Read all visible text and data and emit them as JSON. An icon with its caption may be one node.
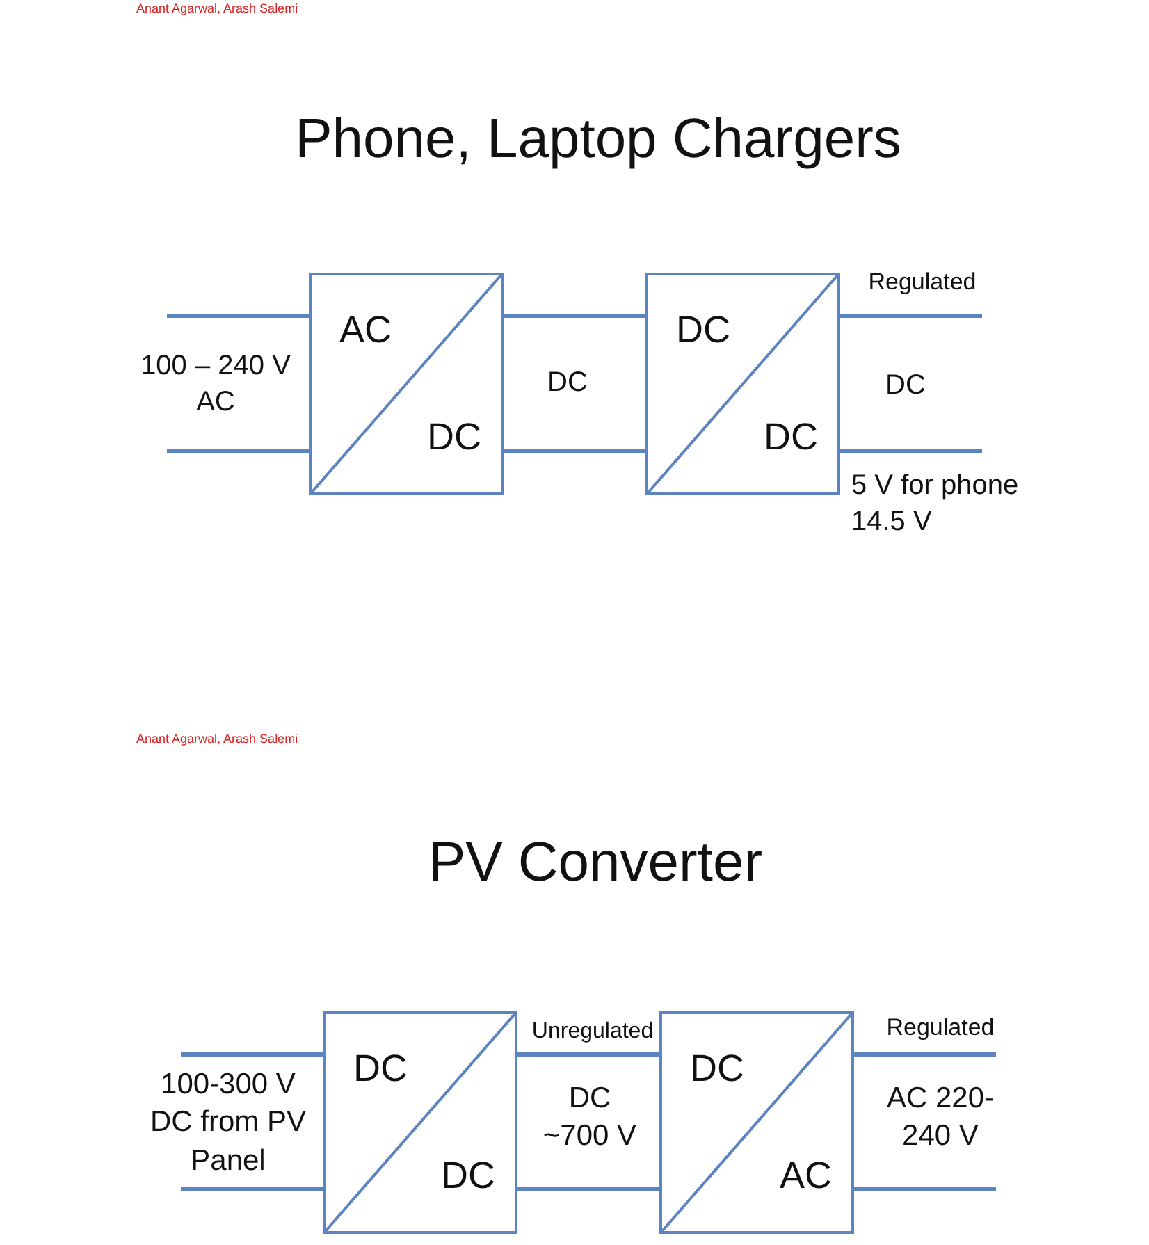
{
  "diagram": {
    "nodes": [
      {
        "text": [
          "AC",
          "DC"
        ]
      },
      {
        "text": [
          "DC",
          "DC"
        ]
      },
      {
        "text": [
          "DC",
          "DC"
        ]
      },
      {
        "text": [
          "DC",
          "AC"
        ]
      }
    ],
    "edges": [
      {
        "from": null,
        "to": 0,
        "arrow": "none"
      },
      {
        "from": null,
        "to": 0,
        "arrow": "none"
      },
      {
        "from": 0,
        "to": 1,
        "arrow": "none"
      },
      {
        "from": 0,
        "to": 1,
        "arrow": "none"
      },
      {
        "from": 1,
        "to": null,
        "arrow": "none"
      },
      {
        "from": 1,
        "to": null,
        "arrow": "none"
      },
      {
        "from": null,
        "to": 2,
        "arrow": "none"
      },
      {
        "from": null,
        "to": 2,
        "arrow": "none"
      },
      {
        "from": 2,
        "to": 3,
        "arrow": "none"
      },
      {
        "from": 2,
        "to": 3,
        "arrow": "none"
      },
      {
        "from": 3,
        "to": null,
        "arrow": "none"
      },
      {
        "from": 3,
        "to": null,
        "arrow": "none"
      }
    ],
    "labels": [
      "Anant Agarwal, Arash Salemi",
      "Phone, Laptop Chargers",
      "100 – 240 V AC",
      "DC",
      "Regulated",
      "DC",
      "5 V for phone 14.5 V",
      "Anant Agarwal, Arash Salemi",
      "PV Converter",
      "Unregulated",
      "Regulated",
      "100-300 V DC from PV Panel",
      "DC ~700 V",
      "AC 220-240 V"
    ]
  }
}
